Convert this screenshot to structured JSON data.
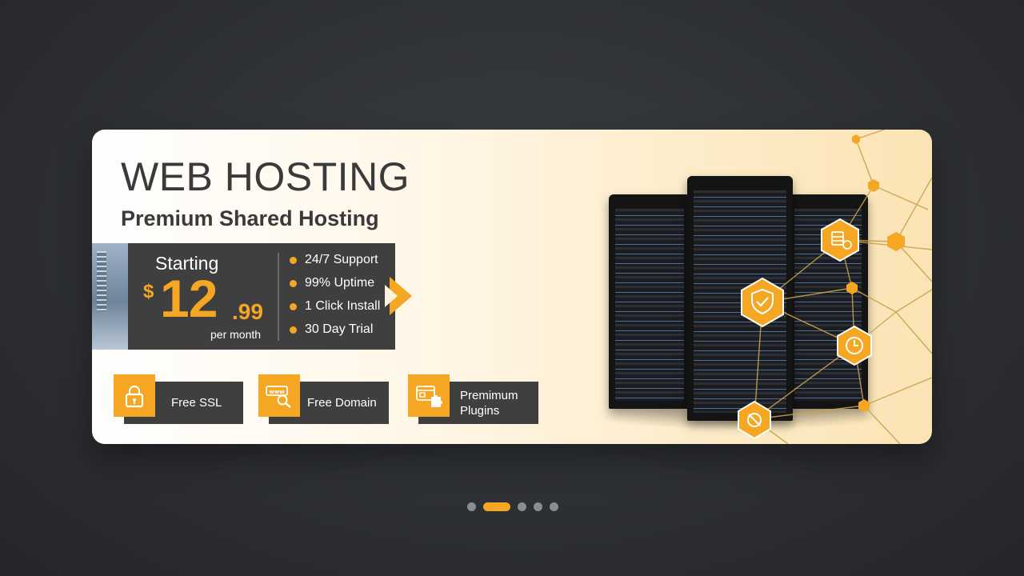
{
  "banner": {
    "title": "WEB HOSTING",
    "subtitle": "Premium Shared Hosting",
    "price": {
      "starting_label": "Starting",
      "currency": "$",
      "amount": "12",
      "cents": ".99",
      "period": "per month"
    },
    "features": [
      "24/7 Support",
      "99% Uptime",
      "1 Click Install",
      "30 Day Trial"
    ],
    "perks": [
      {
        "label": "Free SSL",
        "icon": "lock-icon"
      },
      {
        "label": "Free Domain",
        "icon": "www-search-icon"
      },
      {
        "label": "Premimum Plugins",
        "icon": "plugin-icon"
      }
    ],
    "network_icons": [
      "server-sync-icon",
      "shield-check-icon",
      "clock-icon",
      "settings-no-icon"
    ]
  },
  "carousel": {
    "total": 5,
    "active_index": 1
  },
  "colors": {
    "accent": "#f5a623",
    "dark_panel": "#3f3f3f",
    "page_bg": "#2a2c30",
    "title_text": "#3a3a3a"
  }
}
